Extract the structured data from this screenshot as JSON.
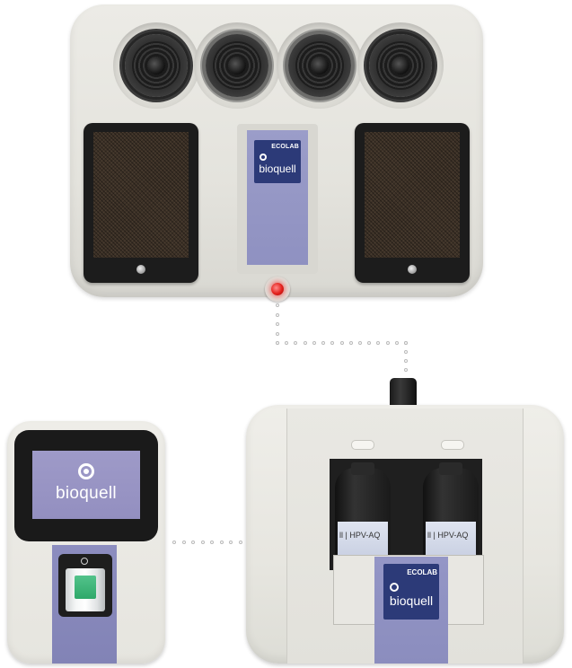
{
  "brand": {
    "name": "bioquell",
    "parent": "ECOLAB",
    "colors": {
      "lavender": "#9b9dc9",
      "navy": "#2c3a78",
      "led_red": "#e3201b"
    }
  },
  "top_unit": {
    "badge_parent": "ECOLAB",
    "badge_brand": "bioquell",
    "fans": [
      "fan-icon",
      "fan-icon",
      "fan-icon",
      "fan-icon"
    ],
    "status_led": "red"
  },
  "handheld_unit": {
    "screen_brand": "bioquell"
  },
  "cabinet_unit": {
    "bottle_label_left": "ll | HPV-AQ",
    "bottle_label_right": "ll | HPV-AQ",
    "badge_parent": "ECOLAB",
    "badge_brand": "bioquell"
  }
}
